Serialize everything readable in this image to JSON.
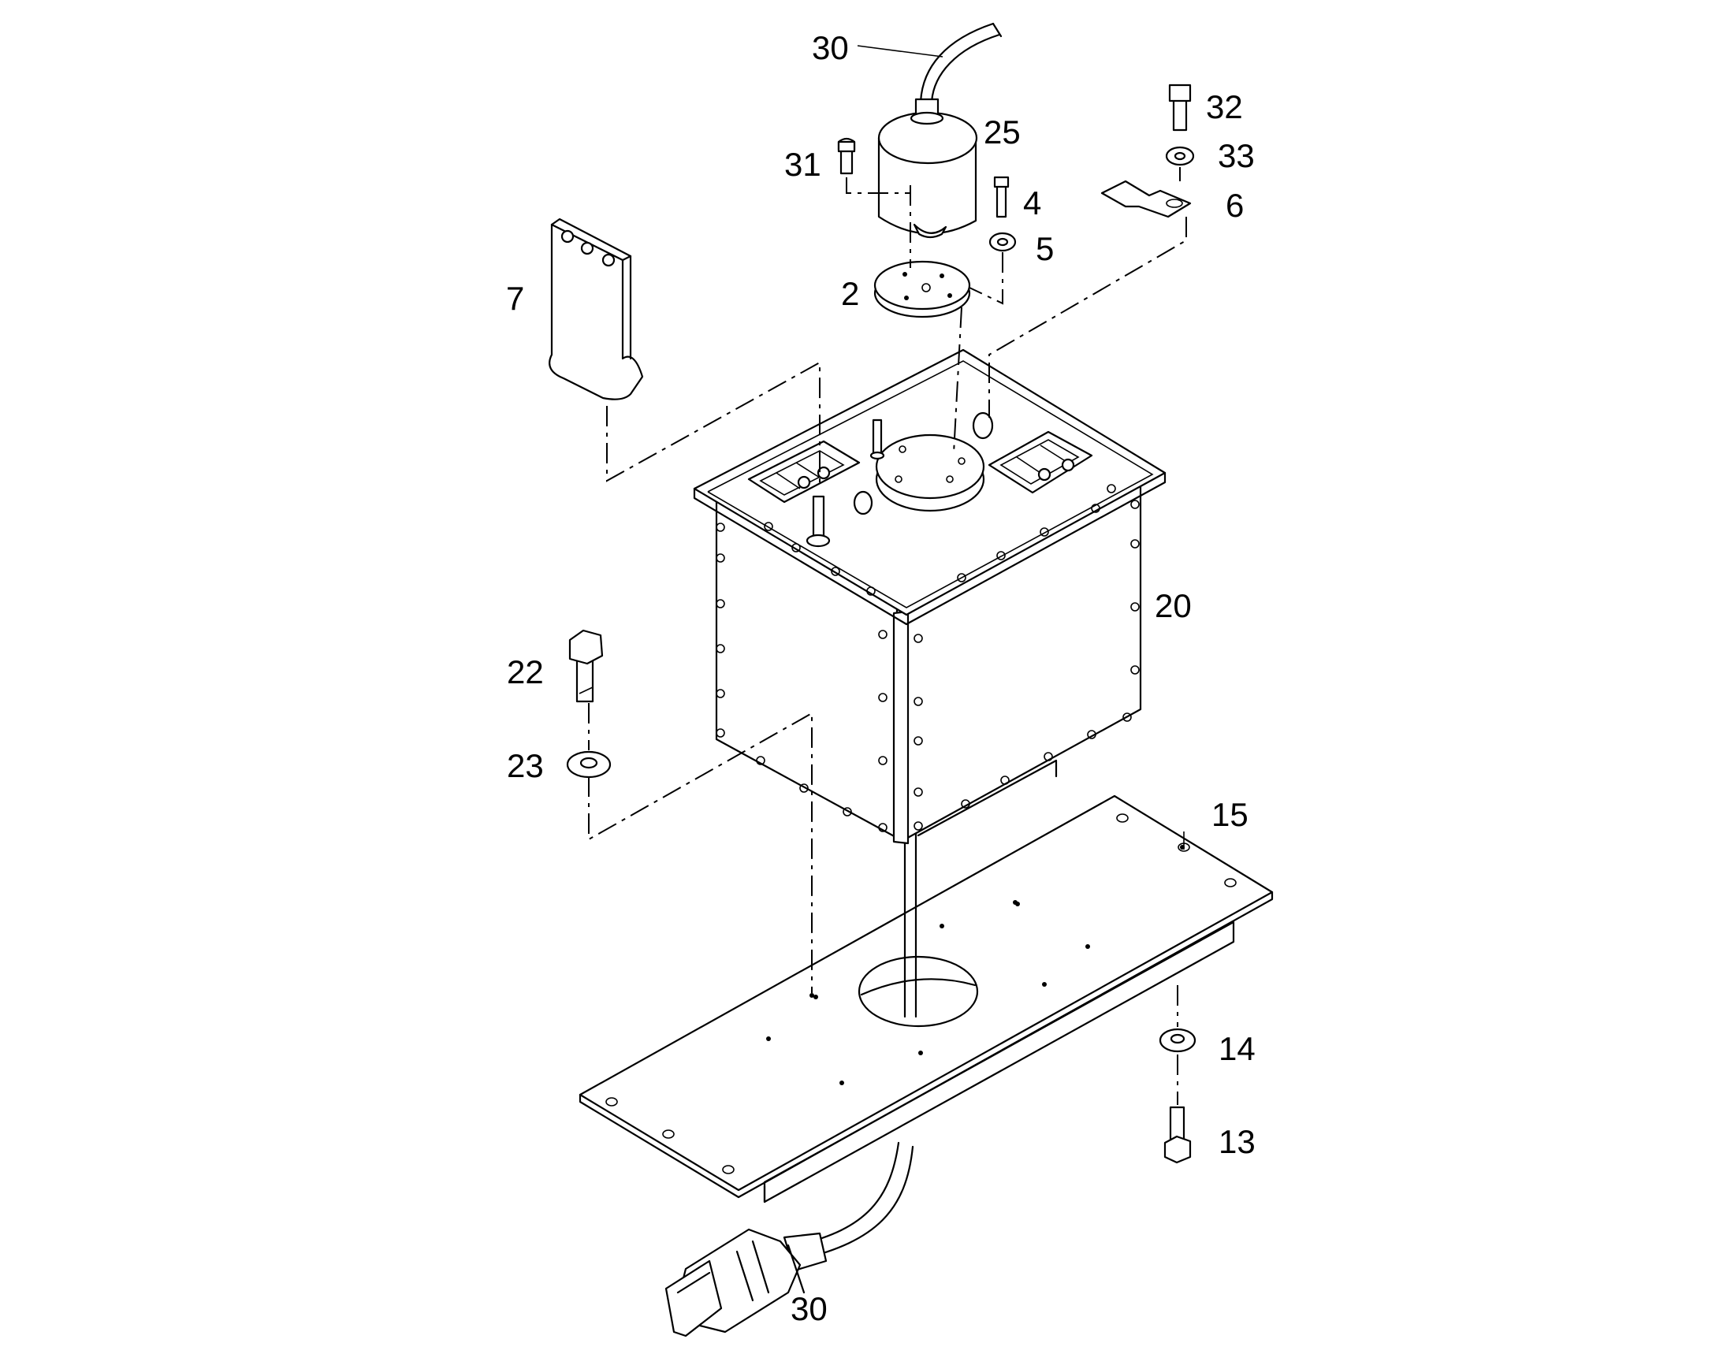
{
  "diagram": {
    "callouts": [
      {
        "id": "c30a",
        "text": "30"
      },
      {
        "id": "c25",
        "text": "25"
      },
      {
        "id": "c31",
        "text": "31"
      },
      {
        "id": "c4",
        "text": "4"
      },
      {
        "id": "c5",
        "text": "5"
      },
      {
        "id": "c2",
        "text": "2"
      },
      {
        "id": "c32",
        "text": "32"
      },
      {
        "id": "c33",
        "text": "33"
      },
      {
        "id": "c6",
        "text": "6"
      },
      {
        "id": "c7",
        "text": "7"
      },
      {
        "id": "c20",
        "text": "20"
      },
      {
        "id": "c22",
        "text": "22"
      },
      {
        "id": "c23",
        "text": "23"
      },
      {
        "id": "c15",
        "text": "15"
      },
      {
        "id": "c14",
        "text": "14"
      },
      {
        "id": "c13",
        "text": "13"
      },
      {
        "id": "c30b",
        "text": "30"
      }
    ]
  }
}
